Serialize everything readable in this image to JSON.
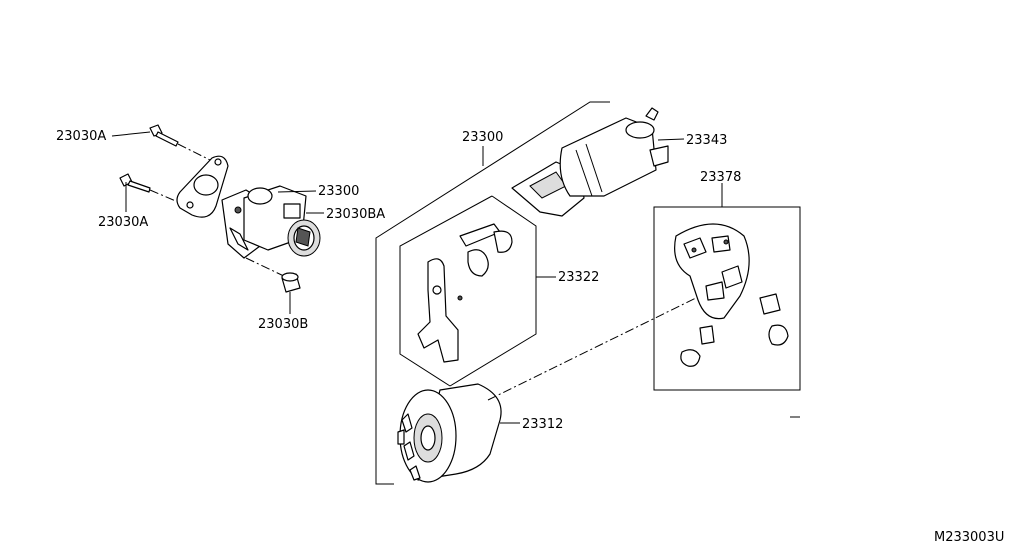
{
  "diagram": {
    "drawing_code": "M233003U",
    "callouts": {
      "bolt_upper": "23030A",
      "bolt_lower": "23030A",
      "starter_assembly": "23300",
      "starter_ba": "23030BA",
      "cap": "23030B",
      "starter_group": "23300",
      "solenoid": "23343",
      "lever": "23322",
      "pinion": "23312",
      "brush_holder": "23378"
    }
  }
}
